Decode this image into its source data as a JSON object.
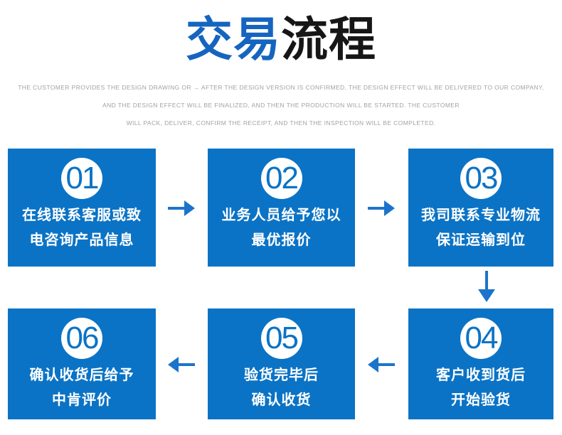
{
  "title": {
    "highlight": "交易",
    "rest": "流程"
  },
  "subtitle": {
    "lines": [
      "THE CUSTOMER PROVIDES THE DESIGN DRAWING OR → AFTER THE DESIGN VERSION IS CONFIRMED, THE DESIGN EFFECT WILL BE DELIVERED TO OUR COMPANY,",
      "AND THE DESIGN EFFECT WILL BE FINALIZED, AND THEN THE PRODUCTION WILL BE STARTED. THE CUSTOMER",
      "WILL PACK, DELIVER, CONFIRM THE RECEIPT, AND THEN THE INSPECTION WILL BE COMPLETED."
    ]
  },
  "steps": [
    {
      "number": "01",
      "lines": [
        "在线联系客服或致",
        "电咨询产品信息"
      ]
    },
    {
      "number": "02",
      "lines": [
        "业务人员给予您以",
        "最优报价"
      ]
    },
    {
      "number": "03",
      "lines": [
        "我司联系专业物流",
        "保证运输到位"
      ]
    },
    {
      "number": "04",
      "lines": [
        "客户收到货后",
        "开始验货"
      ]
    },
    {
      "number": "05",
      "lines": [
        "验货完毕后",
        "确认收货"
      ]
    },
    {
      "number": "06",
      "lines": [
        "确认收货后给予",
        "中肯评价"
      ]
    }
  ],
  "flow": [
    {
      "from": "01",
      "to": "02",
      "direction": "right"
    },
    {
      "from": "02",
      "to": "03",
      "direction": "right"
    },
    {
      "from": "03",
      "to": "04",
      "direction": "down"
    },
    {
      "from": "04",
      "to": "05",
      "direction": "left"
    },
    {
      "from": "05",
      "to": "06",
      "direction": "left"
    }
  ],
  "colors": {
    "box_blue": "#0b73c5",
    "arrow_blue": "#1b74ca",
    "title_blue": "#1565c0",
    "title_black": "#161616",
    "subtitle_gray": "#a2a2a2"
  }
}
